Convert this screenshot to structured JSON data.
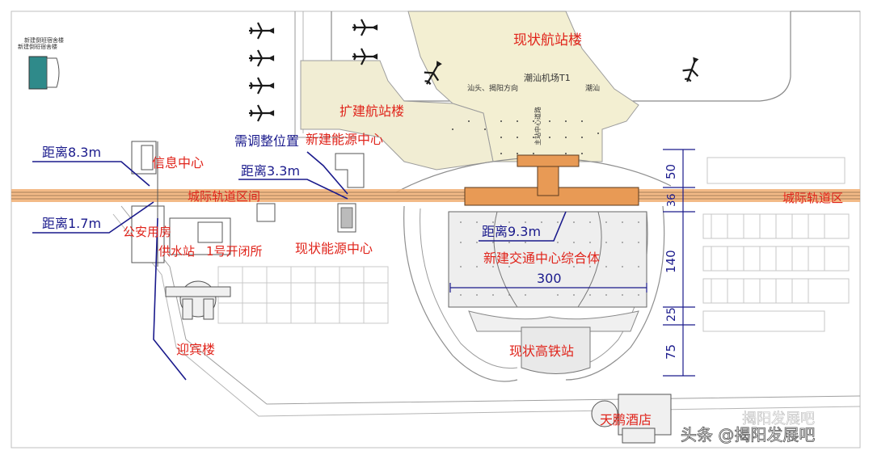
{
  "labels": {
    "existing_terminal": "现状航站楼",
    "airport_name": "潮汕机场T1",
    "direction_left": "汕头、揭阳方向",
    "direction_right": "潮汕",
    "center_road": "主站中心道路",
    "expanded_terminal": "扩建航站楼",
    "adjust_position": "需调整位置",
    "new_energy_center": "新建能源中心",
    "info_center": "信息中心",
    "rail_zone_left": "城际轨道区间",
    "rail_zone_right": "城际轨道区",
    "public_housing": "公安用房",
    "water_station": "供水站",
    "switch_station": "1号开闭所",
    "existing_energy_center": "现状能源中心",
    "new_transport_hub": "新建交通中心综合体",
    "guest_building": "迎宾楼",
    "existing_hsr_station": "现状高铁站",
    "tianpeng_hotel": "天鹏酒店",
    "new_dorm_1": "新建倒班宿舍楼",
    "new_dorm_2": "新建倒班宿舍楼"
  },
  "distances": {
    "d1": "距离8.3m",
    "d2": "距离3.3m",
    "d3": "距离1.7m",
    "d4": "距离9.3m"
  },
  "dimensions": {
    "w300": "300",
    "v50": "50",
    "v36": "36",
    "v140": "140",
    "v25": "25",
    "v75": "75"
  },
  "watermark": {
    "top": "揭阳发展吧",
    "bottom": "头条 @揭阳发展吧"
  },
  "colors": {
    "label_red": "#e0241b",
    "label_blue": "#1a1a8c",
    "rail_band": "#f2b27a",
    "terminal_fill": "#f3efd2"
  }
}
